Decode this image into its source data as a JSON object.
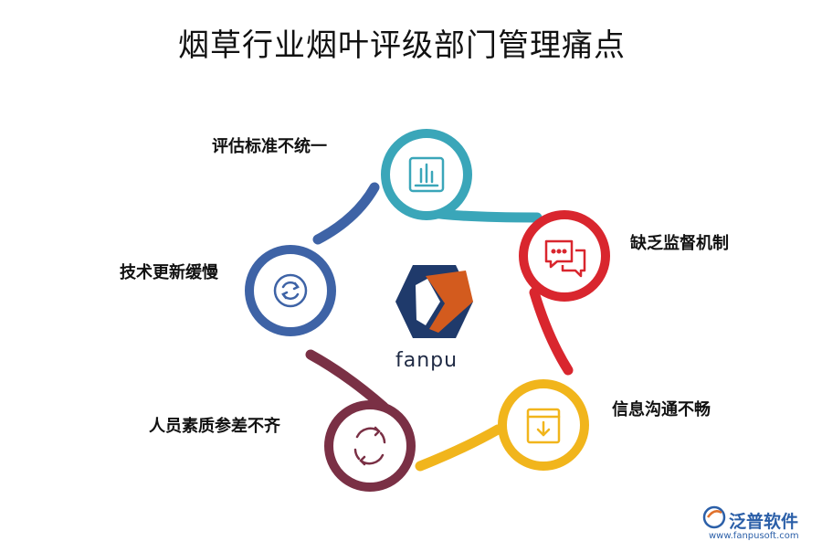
{
  "title": "烟草行业烟叶评级部门管理痛点",
  "center_logo": {
    "wordmark": "fanpu"
  },
  "nodes": [
    {
      "label": "评估标准不统一",
      "icon": "chart-window-icon",
      "color": "#3aa6b9"
    },
    {
      "label": "缺乏监督机制",
      "icon": "chat-bubbles-icon",
      "color": "#d9262e"
    },
    {
      "label": "信息沟通不畅",
      "icon": "download-box-icon",
      "color": "#f1b51c"
    },
    {
      "label": "人员素质参差不齐",
      "icon": "circular-arrows-icon",
      "color": "#7a3045"
    },
    {
      "label": "技术更新缓慢",
      "icon": "refresh-icon",
      "color": "#3e63a6"
    }
  ],
  "watermark": {
    "name": "泛普软件",
    "url": "www.fanpusoft.com",
    "color": "#2b5fa8"
  }
}
